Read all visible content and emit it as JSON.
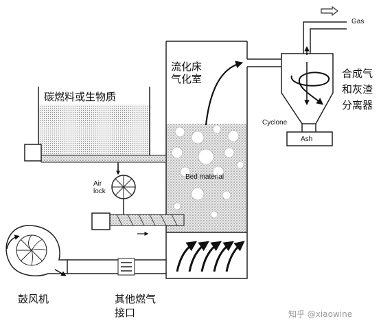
{
  "labels": {
    "gas": "Gas",
    "gasifier": [
      "流化床",
      "气化室"
    ],
    "separator": [
      "合成气",
      "和灰渣",
      "分离器"
    ],
    "cyclone": "Cyclone",
    "ash": "Ash",
    "hopper": "碳燃料或生物质",
    "airlock": [
      "Air",
      "lock"
    ],
    "bed": "Bed material",
    "blower": "鼓风机",
    "inlet": [
      "其他燃气",
      "接口"
    ]
  },
  "watermark": "知乎 @xiaowine",
  "colors": {
    "line": "#222222",
    "bed": "#cfcfcf",
    "text": "#111111"
  }
}
